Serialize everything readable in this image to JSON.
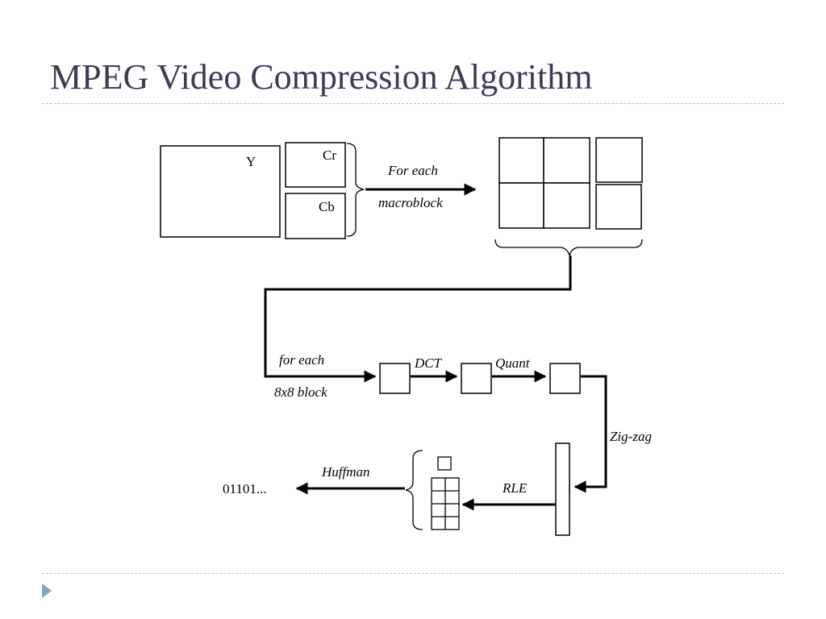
{
  "slide": {
    "title": "MPEG Video Compression Algorithm"
  },
  "diagram": {
    "y_label": "Y",
    "cr_label": "Cr",
    "cb_label": "Cb",
    "for_each_label": "For each",
    "macroblock_label": "macroblock",
    "for_each_8x8_label": "for each",
    "block_8x8_label": "8x8 block",
    "dct_label": "DCT",
    "quant_label": "Quant",
    "zigzag_label": "Zig-zag",
    "rle_label": "RLE",
    "huffman_label": "Huffman",
    "output_label": "01101..."
  }
}
